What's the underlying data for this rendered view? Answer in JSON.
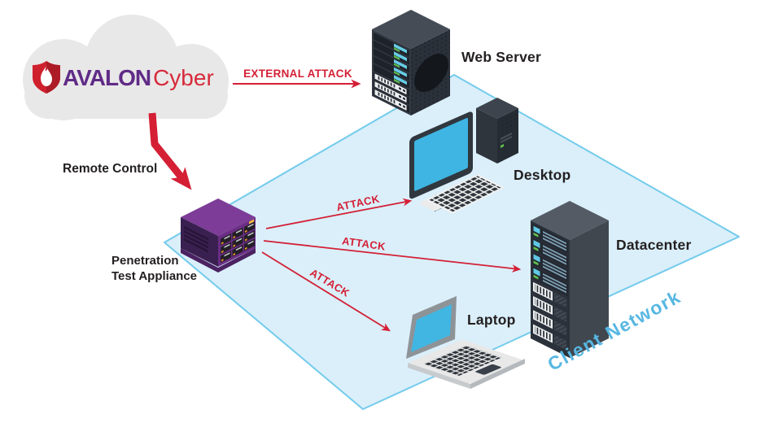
{
  "diagram": {
    "brand": {
      "name_bold": "AVALON",
      "name_light": "Cyber"
    },
    "labels": {
      "external_attack": "EXTERNAL ATTACK",
      "remote_control": "Remote Control",
      "attack": "ATTACK",
      "client_network": "Client Network"
    },
    "nodes": {
      "web_server": "Web Server",
      "desktop": "Desktop",
      "datacenter": "Datacenter",
      "laptop": "Laptop",
      "appliance_line1": "Penetration",
      "appliance_line2": "Test Appliance"
    },
    "colors": {
      "attack_red": "#d41f35",
      "network_fill": "#daeffa",
      "network_border": "#74cbec",
      "network_label_blue": "#57b7e2",
      "brand_purple": "#5f2b87",
      "brand_red": "#d62b3b",
      "appliance_purple": "#7d3c98",
      "cloud_gray": "#e9e8e8",
      "screen_cyan": "#41b6e2",
      "text_black": "#231f20"
    }
  }
}
